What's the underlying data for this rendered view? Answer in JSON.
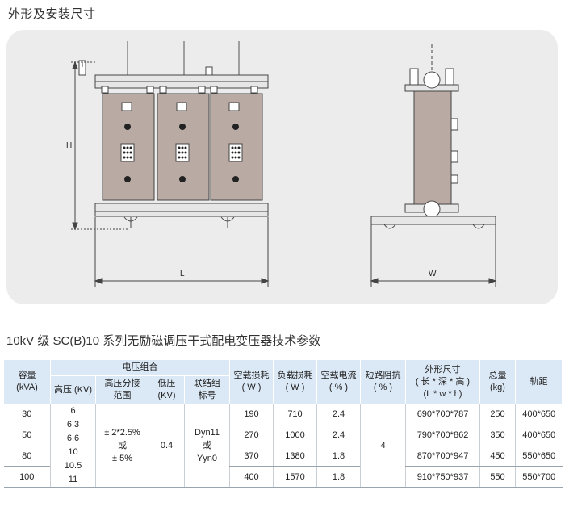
{
  "section_title": "外形及安装尺寸",
  "table_title": "10kV 级 SC(B)10 系列无励磁调压干式配电变压器技术参数",
  "drawing": {
    "dim_h": "H",
    "dim_l": "L",
    "dim_w": "W"
  },
  "headers": {
    "capacity": "容量",
    "capacity_unit": "(kVA)",
    "voltage_group": "电压组合",
    "hv": "高压 (KV)",
    "tap_range_line1": "高压分接",
    "tap_range_line2": "范围",
    "lv_line1": "低压",
    "lv_line2": "(KV)",
    "conn_line1": "联结组",
    "conn_line2": "标号",
    "noload_loss": "空载损耗",
    "noload_loss_unit": "( W )",
    "load_loss": "负载损耗",
    "load_loss_unit": "( W )",
    "noload_current": "空载电流",
    "noload_current_unit": "( % )",
    "impedance": "短路阻抗",
    "impedance_unit": "( % )",
    "dimensions_line1": "外形尺寸",
    "dimensions_line2": "( 长 * 深 * 高 )",
    "dimensions_line3": "(L * w * h)",
    "weight": "总量",
    "weight_unit": "(kg)",
    "gauge": "轨距"
  },
  "merged": {
    "hv_values": [
      "6",
      "6.3",
      "6.6",
      "10",
      "10.5",
      "11"
    ],
    "tap_line1": "± 2*2.5%",
    "tap_line2": "或",
    "tap_line3": "± 5%",
    "lv": "0.4",
    "conn_line1": "Dyn11",
    "conn_line2": "或",
    "conn_line3": "Yyn0",
    "impedance": "4"
  },
  "rows": [
    {
      "capacity": "30",
      "noload_loss": "190",
      "load_loss": "710",
      "noload_current": "2.4",
      "dimensions": "690*700*787",
      "weight": "250",
      "gauge": "400*650"
    },
    {
      "capacity": "50",
      "noload_loss": "270",
      "load_loss": "1000",
      "noload_current": "2.4",
      "dimensions": "790*700*862",
      "weight": "350",
      "gauge": "400*650"
    },
    {
      "capacity": "80",
      "noload_loss": "370",
      "load_loss": "1380",
      "noload_current": "1.8",
      "dimensions": "870*700*947",
      "weight": "450",
      "gauge": "550*650"
    },
    {
      "capacity": "100",
      "noload_loss": "400",
      "load_loss": "1570",
      "noload_current": "1.8",
      "dimensions": "910*750*937",
      "weight": "550",
      "gauge": "550*700"
    }
  ]
}
